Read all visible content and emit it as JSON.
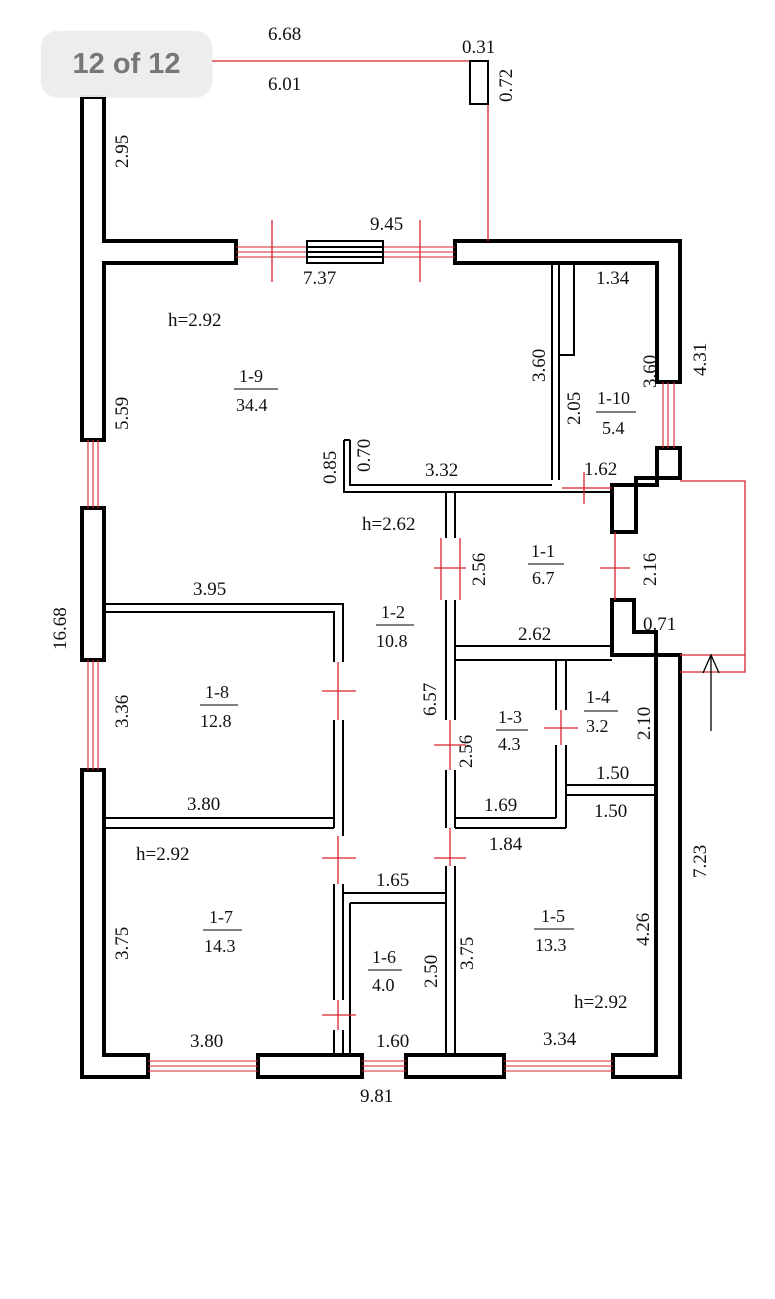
{
  "gallery": {
    "counter": "12 of 12"
  },
  "plan": {
    "dimensions": {
      "d668": "6.68",
      "d601": "6.01",
      "d031": "0.31",
      "d072": "0.72",
      "d295": "2.95",
      "d945": "9.45",
      "d737": "7.37",
      "d134": "1.34",
      "d360a": "3.60",
      "d360b": "3.60",
      "d431": "4.31",
      "d559": "5.59",
      "d205": "2.05",
      "d085": "0.85",
      "d070": "0.70",
      "d332": "3.32",
      "d162": "1.62",
      "d256a": "2.56",
      "d216": "2.16",
      "d071": "0.71",
      "d1668": "16.68",
      "d395": "3.95",
      "d262": "2.62",
      "d336": "3.36",
      "d657": "6.57",
      "d256b": "2.56",
      "d210": "2.10",
      "d150a": "1.50",
      "d150b": "1.50",
      "d380a": "3.80",
      "d169": "1.69",
      "d184": "1.84",
      "d723": "7.23",
      "d165": "1.65",
      "d375a": "3.75",
      "d375b": "3.75",
      "d426": "4.26",
      "d250": "2.50",
      "d380b": "3.80",
      "d160": "1.60",
      "d334": "3.34",
      "d981": "9.81"
    },
    "heights": {
      "h1": "h=2.92",
      "h2": "h=2.62",
      "h3": "h=2.92",
      "h4": "h=2.92"
    },
    "rooms": [
      {
        "id": "1-9",
        "area": "34.4"
      },
      {
        "id": "1-10",
        "area": "5.4"
      },
      {
        "id": "1-1",
        "area": "6.7"
      },
      {
        "id": "1-2",
        "area": "10.8"
      },
      {
        "id": "1-8",
        "area": "12.8"
      },
      {
        "id": "1-3",
        "area": "4.3"
      },
      {
        "id": "1-4",
        "area": "3.2"
      },
      {
        "id": "1-7",
        "area": "14.3"
      },
      {
        "id": "1-6",
        "area": "4.0"
      },
      {
        "id": "1-5",
        "area": "13.3"
      }
    ]
  }
}
